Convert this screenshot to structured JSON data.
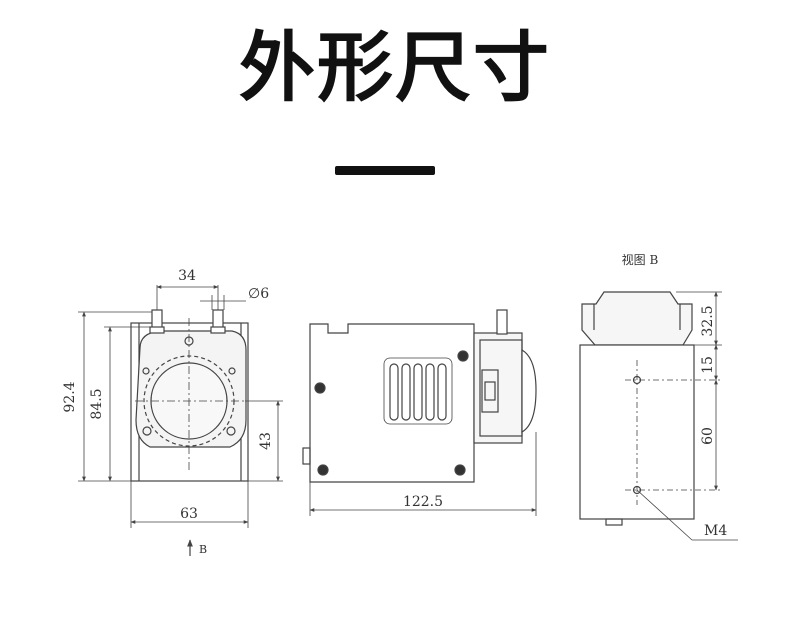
{
  "title": "外形尺寸",
  "front_view": {
    "dims": {
      "width_top": "34",
      "diameter": "∅6",
      "height_total": "92.4",
      "height_body": "84.5",
      "height_center": "43",
      "width_base": "63"
    },
    "view_marker": "B"
  },
  "side_view": {
    "dims": {
      "length": "122.5"
    }
  },
  "rear_view": {
    "label": "视图 B",
    "dims": {
      "top": "32.5",
      "hole_offset": "15",
      "hole_spacing": "60",
      "thread": "M4"
    }
  }
}
